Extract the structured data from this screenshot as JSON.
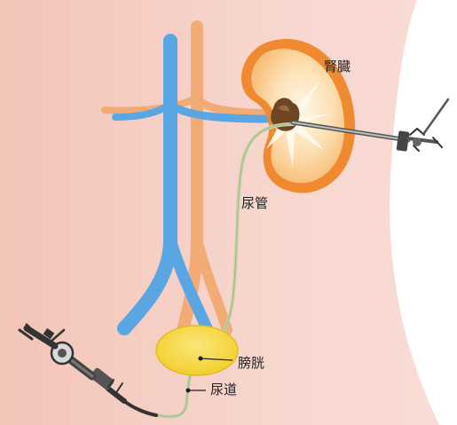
{
  "labels": {
    "kidney": "腎臓",
    "ureter": "尿管",
    "bladder": "膀胱",
    "urethra": "尿道"
  },
  "colors": {
    "body": "#f7d5cd",
    "body_edge": "#f2c6bb",
    "vein": "#5aa3e0",
    "artery": "#f0a870",
    "kidney_outer": "#f08a30",
    "kidney_inner": "#fbd9a8",
    "kidney_core": "#fff2d8",
    "stone": "#7a5030",
    "bladder": "#f5d84a",
    "ureter_line": "#b8c9a0",
    "instrument": "#333333"
  }
}
